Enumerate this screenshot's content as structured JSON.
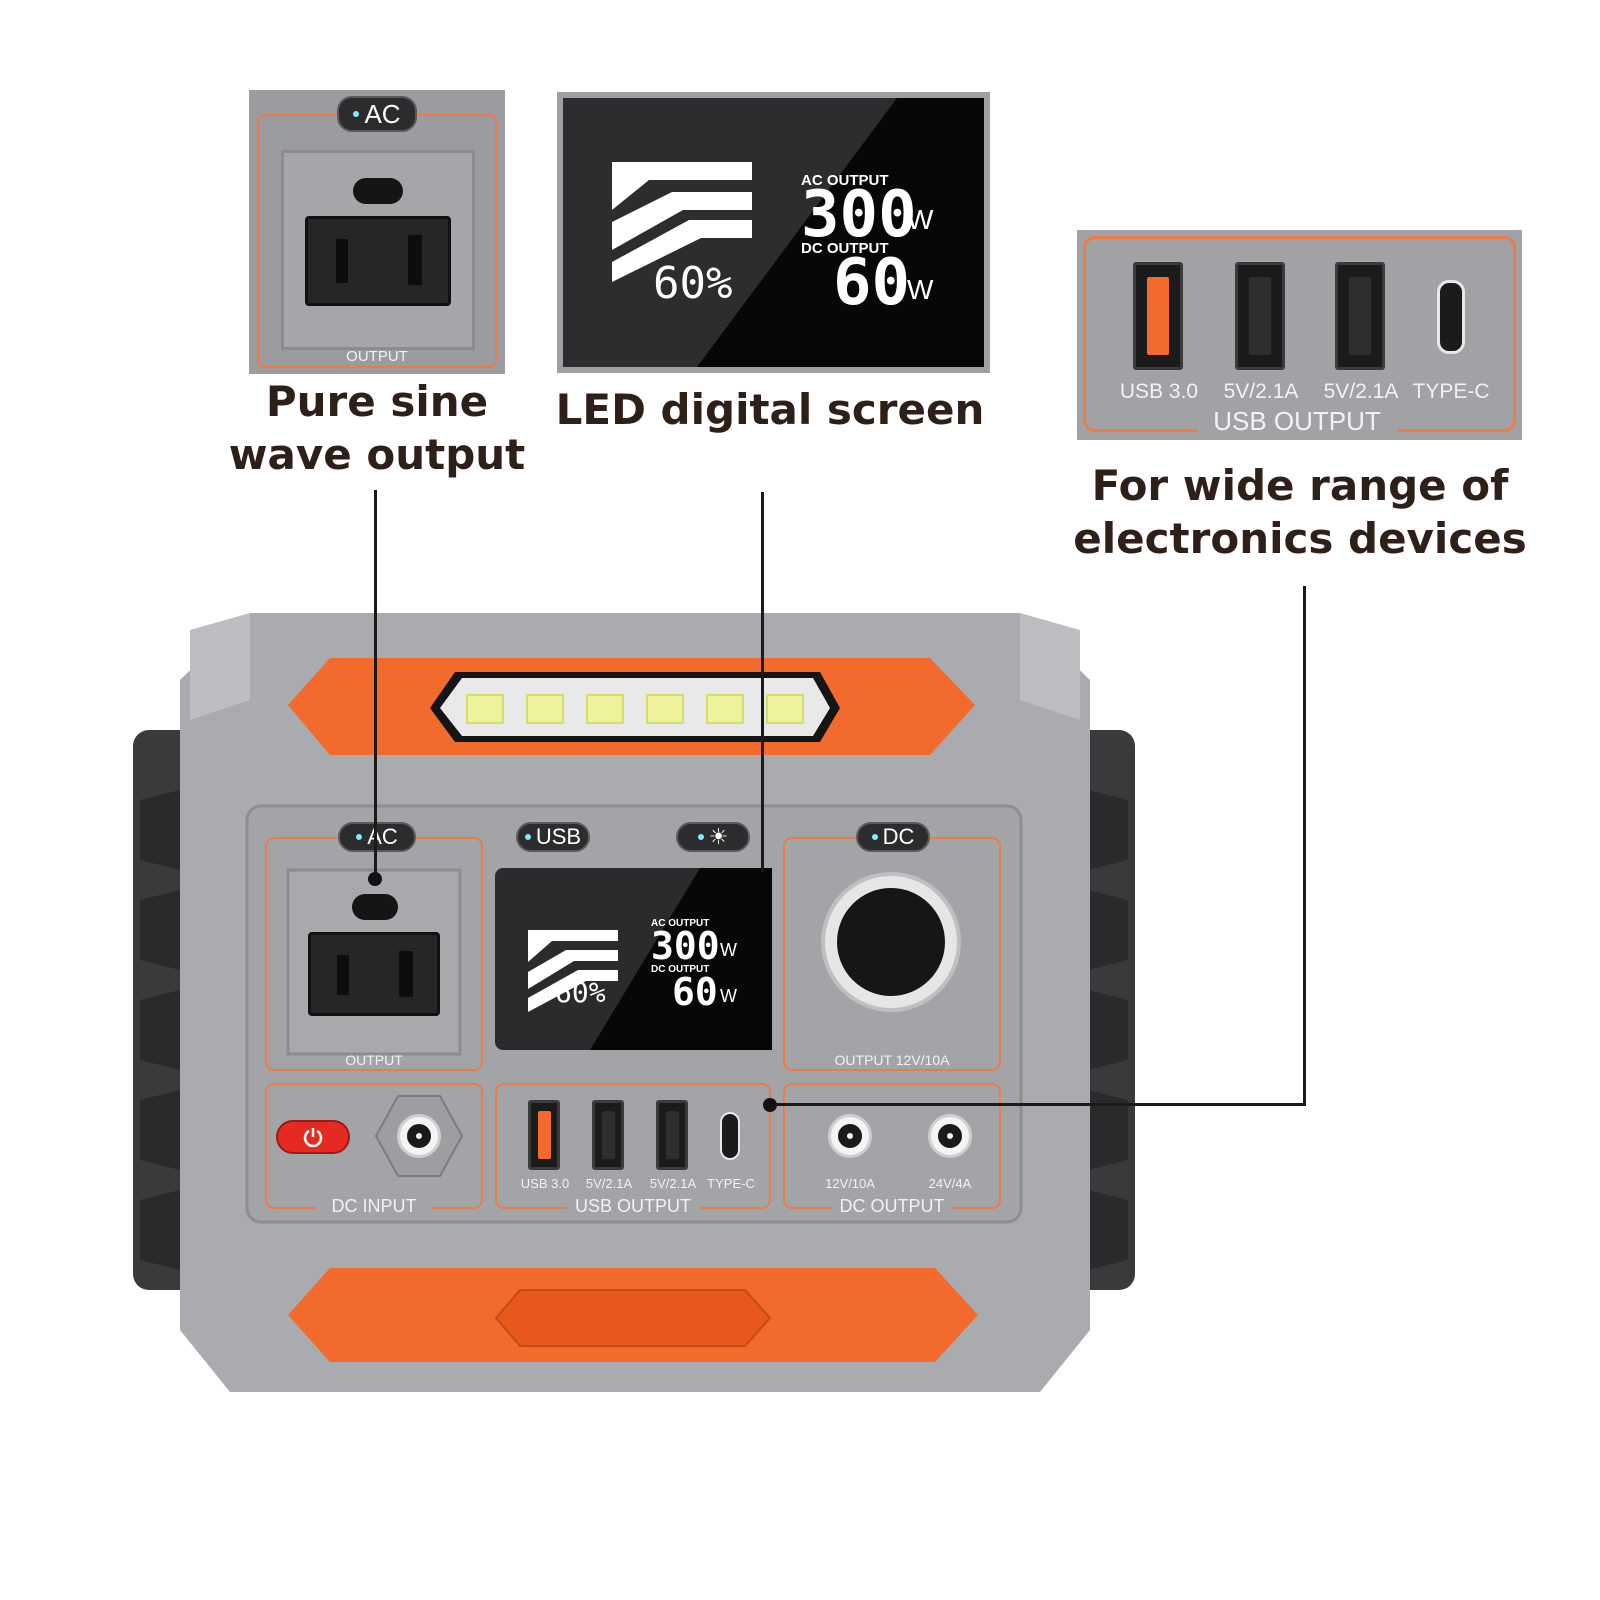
{
  "captions": {
    "ac": [
      "Pure sine",
      "wave output"
    ],
    "screen": [
      "LED digital screen"
    ],
    "usb": [
      "For wide range of",
      "electronics devices"
    ]
  },
  "panel_labels": {
    "ac_button": "AC",
    "usb_button": "USB",
    "light_button": "☀",
    "dc_button": "DC",
    "ac_output": "OUTPUT",
    "dc_car_output": "OUTPUT  12V/10A",
    "dc_input": "DC  INPUT",
    "usb_output": "USB  OUTPUT",
    "dc_output": "DC  OUTPUT"
  },
  "usb_ports": [
    "USB  3.0",
    "5V/2.1A",
    "5V/2.1A",
    "TYPE-C"
  ],
  "dc_ports": [
    "12V/10A",
    "24V/4A"
  ],
  "screen": {
    "battery_percent": "60",
    "percent_sign": "%",
    "ac_label": "AC OUTPUT",
    "ac_value": "300",
    "dc_label": "DC OUTPUT",
    "dc_value": "60",
    "unit": "W"
  },
  "colors": {
    "orange": "#f26a2c",
    "body_gray": "#a9abae",
    "dark_gray": "#3d3d3f",
    "screen_black": "#0b0b0b"
  }
}
